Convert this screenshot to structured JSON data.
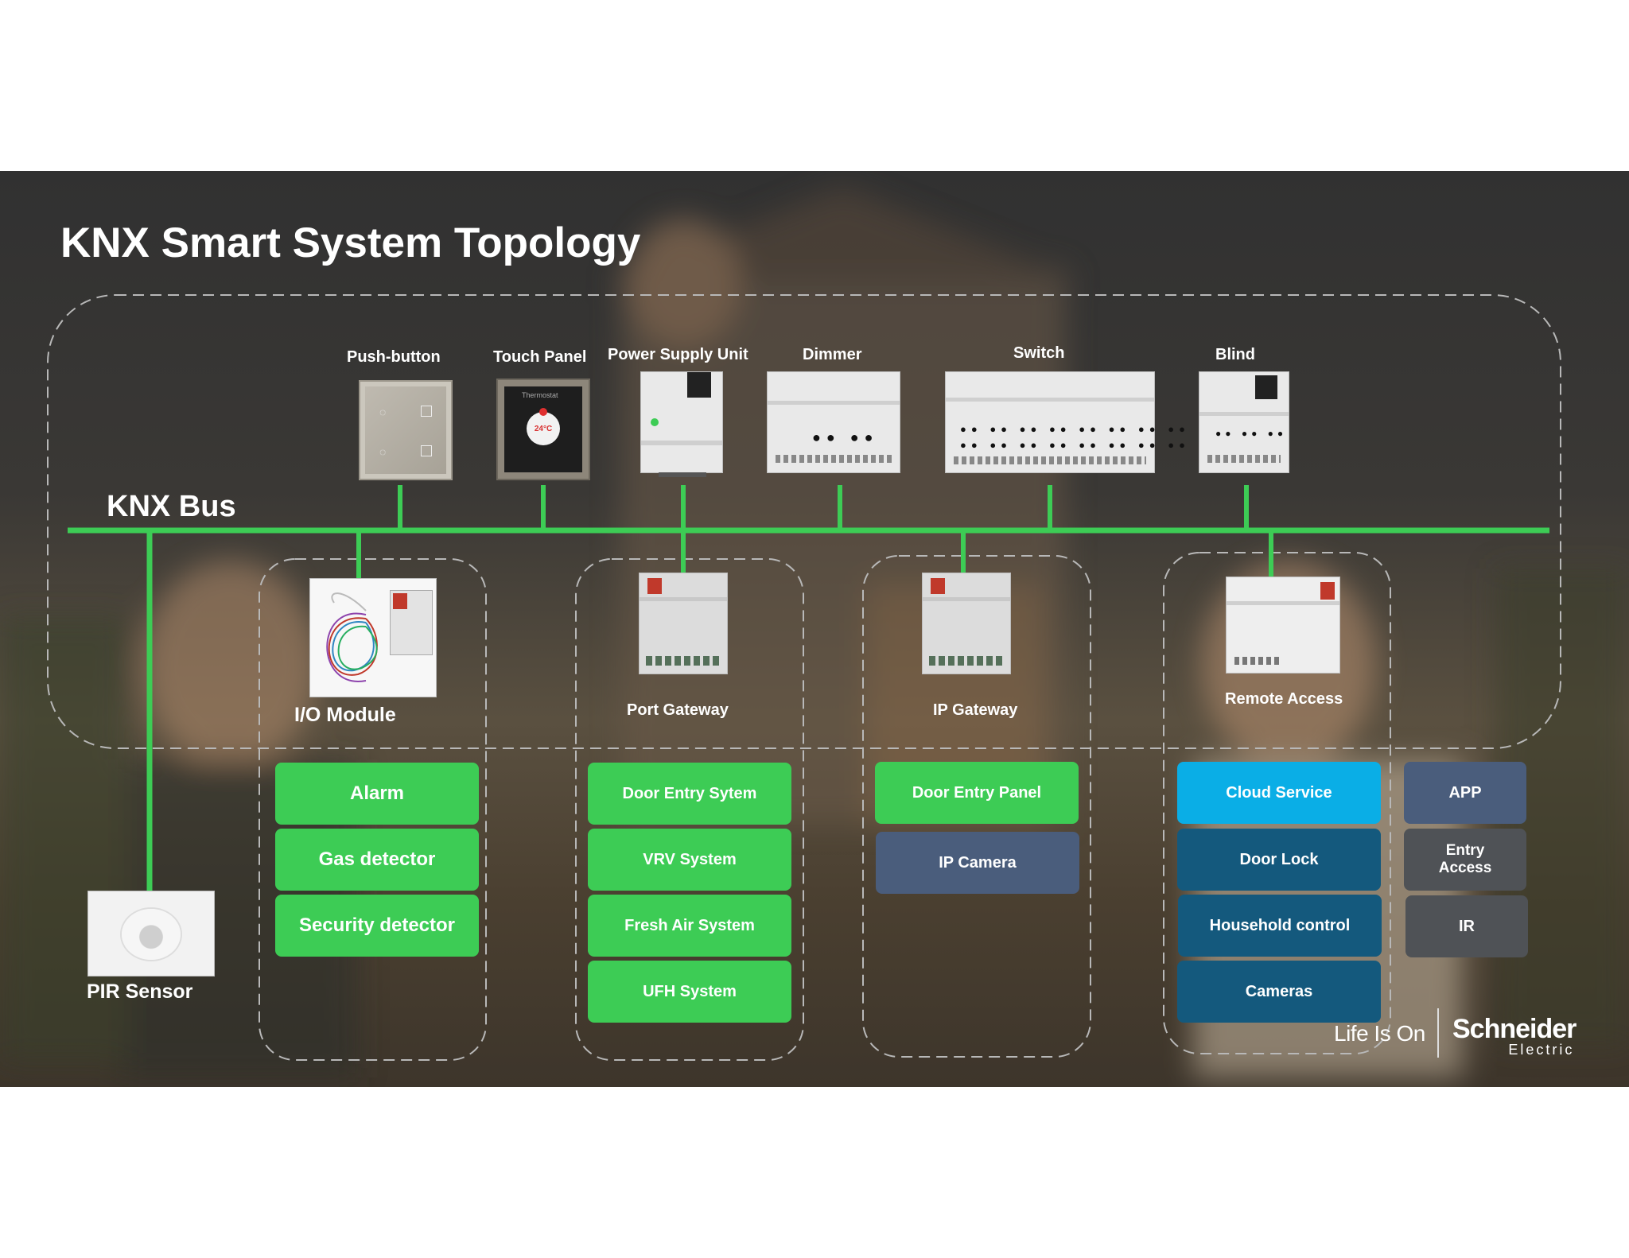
{
  "title": "KNX Smart System Topology",
  "bus_label": "KNX Bus",
  "top_devices": [
    {
      "label": "Push-button"
    },
    {
      "label": "Touch Panel",
      "reading": "24°C",
      "screen_text": "Thermostat"
    },
    {
      "label": "Power Supply Unit"
    },
    {
      "label": "Dimmer"
    },
    {
      "label": "Switch"
    },
    {
      "label": "Blind"
    }
  ],
  "lower_devices": [
    {
      "label": "I/O Module"
    },
    {
      "label": "Port Gateway"
    },
    {
      "label": "IP Gateway"
    },
    {
      "label": "Remote Access"
    }
  ],
  "pir": {
    "label": "PIR Sensor"
  },
  "groups": {
    "io": [
      "Alarm",
      "Gas detector",
      "Security detector"
    ],
    "port": [
      "Door Entry Sytem",
      "VRV System",
      "Fresh Air System",
      "UFH System"
    ],
    "ip": [
      "Door Entry Panel",
      "IP Camera"
    ],
    "remote": [
      "Cloud Service",
      "Door Lock",
      "Household control",
      "Cameras"
    ],
    "remote_side": [
      "APP",
      "Entry Access",
      "IR"
    ]
  },
  "footer": {
    "tagline": "Life Is On",
    "brand": "Schneider",
    "brand_sub": "Electric"
  },
  "colors": {
    "bus": "#3dcc55",
    "green_box": "#3dcc55",
    "slate_box": "#4a5d7c",
    "cyan_box": "#0aaee6",
    "teal_box": "#14597d",
    "gray_box": "#4f5256"
  }
}
